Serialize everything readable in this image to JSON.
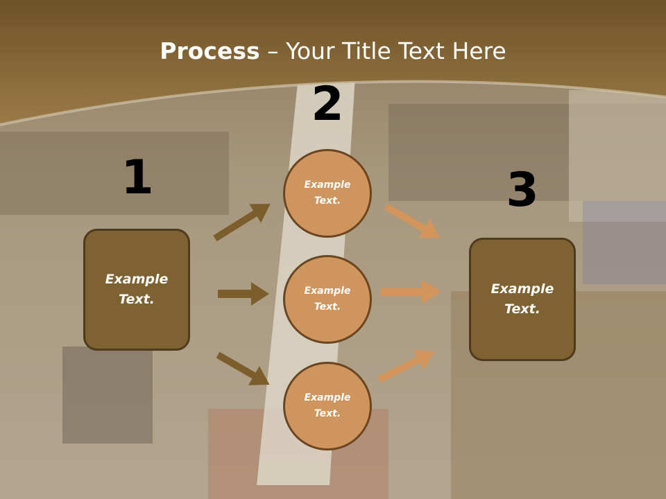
{
  "title": {
    "bold": "Process",
    "rest": " – Your Title Text Here"
  },
  "steps": {
    "one": "1",
    "two": "2",
    "three": "3"
  },
  "left_box": {
    "line1": "Example",
    "line2": "Text."
  },
  "right_box": {
    "line1": "Example",
    "line2": "Text."
  },
  "circles": [
    {
      "line1": "Example",
      "line2": "Text."
    },
    {
      "line1": "Example",
      "line2": "Text."
    },
    {
      "line1": "Example",
      "line2": "Text."
    }
  ],
  "colors": {
    "header_brown": "#7a5c2e",
    "box_fill": "#7e6232",
    "circle_fill": "#cf955f",
    "arrow_dark": "#7b5e2c",
    "arrow_light": "#d4955c"
  }
}
